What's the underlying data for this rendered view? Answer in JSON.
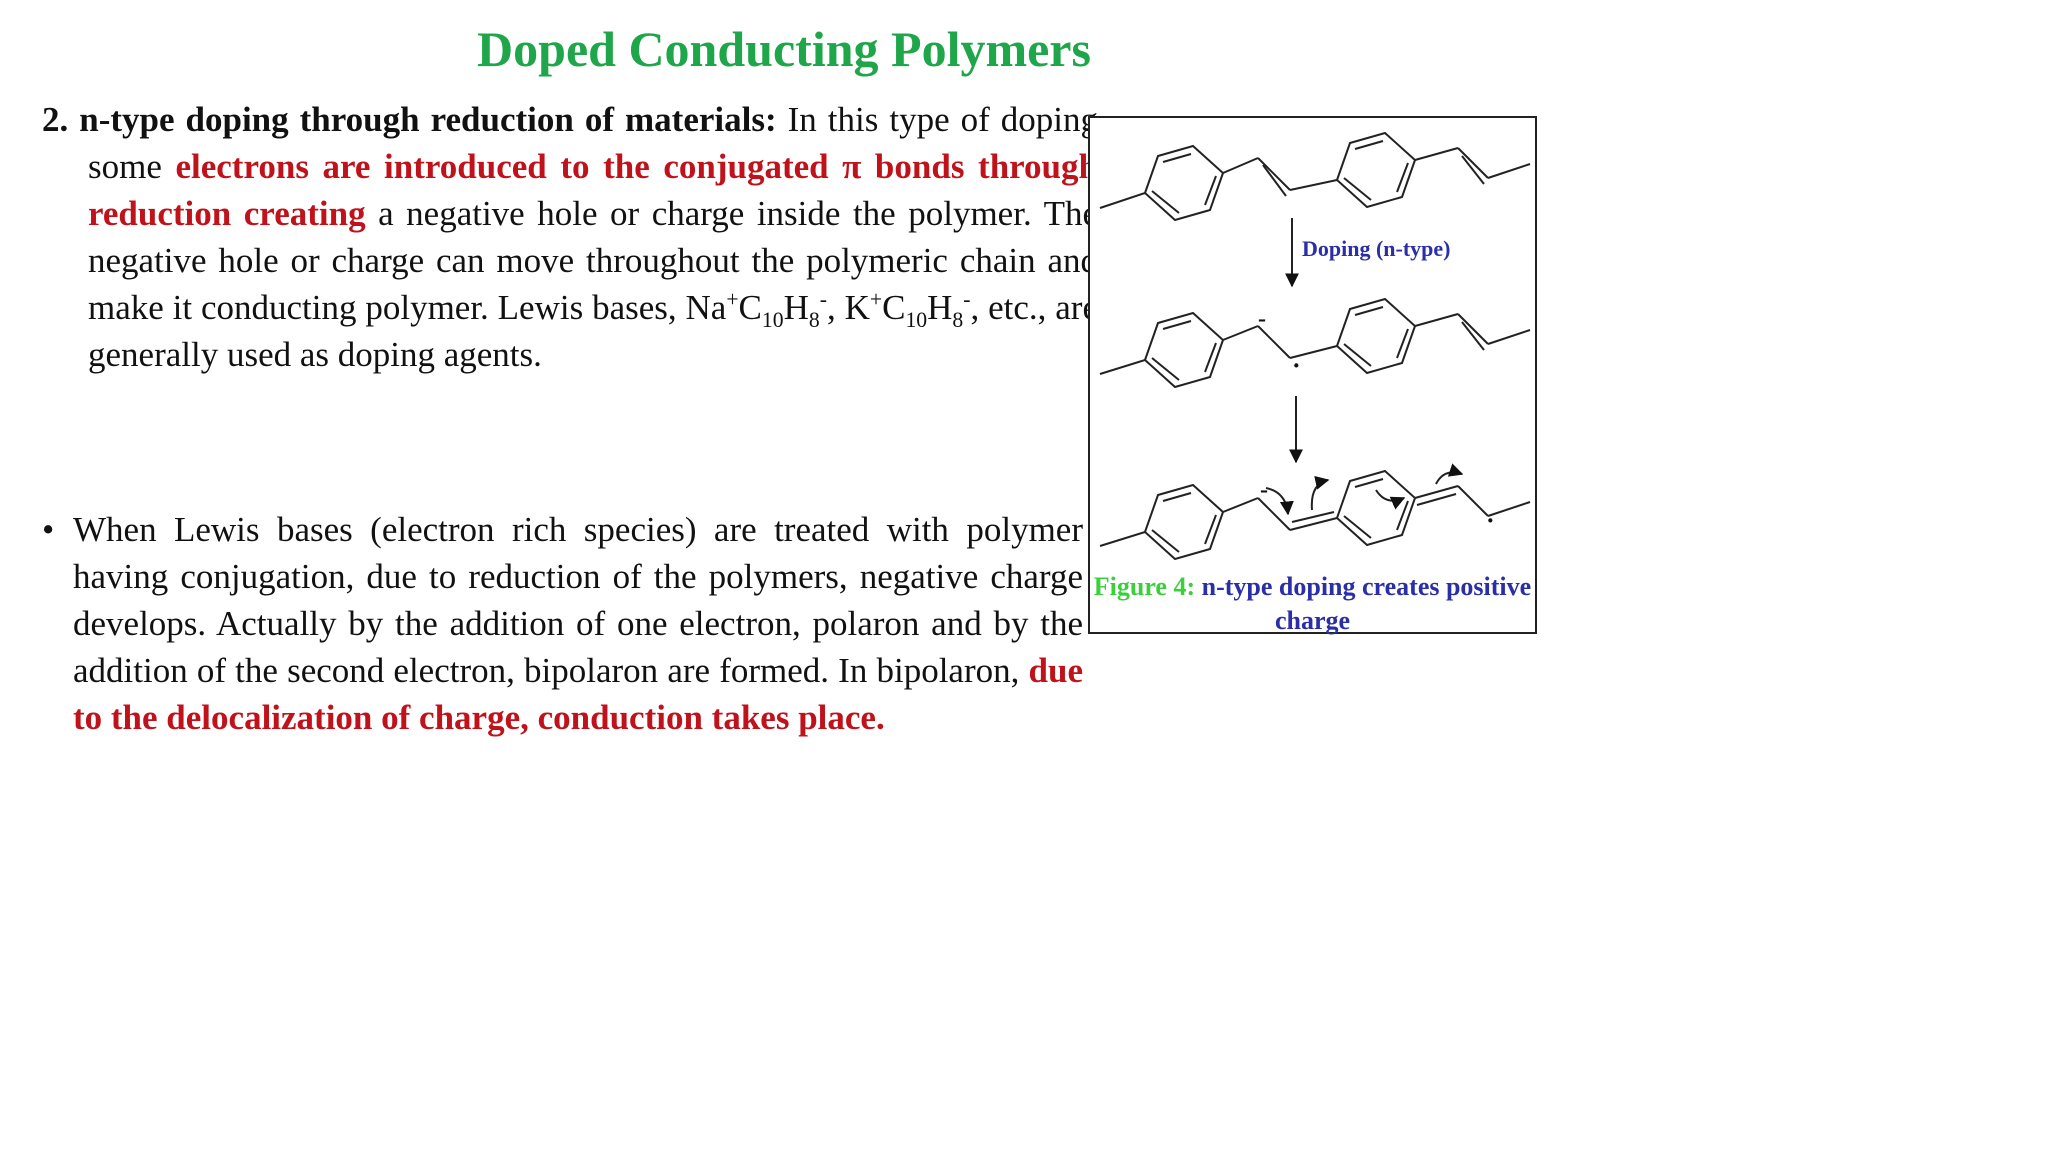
{
  "slide": {
    "title": "Doped Conducting Polymers"
  },
  "point2": {
    "heading": "2. n-type doping through reduction of materials:",
    "t1": " In this type of doping some ",
    "red1": "electrons are introduced to the conjugated π  bonds through reduction creating",
    "t2": " a negative hole or charge  inside the polymer. The negative hole or charge can move   throughout the polymeric chain and make it conducting  polymer. Lewis bases, Na",
    "sup_plus": "+",
    "c": "C",
    "sub_10": "10",
    "h": "H",
    "sub_8": "8",
    "sup_minus": "-",
    "comma_k": ", K",
    "comma_end": ", etc., are  generally used as doping agents."
  },
  "bullet": {
    "marker": "•",
    "text": "When Lewis bases (electron rich species) are treated with polymer having conjugation, due to reduction of the polymers, negative charge develops. Actually by the addition of one electron, polaron and by the addition of the second electron, bipolaron are formed. In bipolaron, ",
    "red": "due to the delocalization of charge, conduction takes place."
  },
  "figure": {
    "arrow_label": "Doping (n-type)",
    "minus_sign": "-",
    "dot_sign": "·",
    "caption_label": "Figure 4:",
    "caption_text": " n-type doping creates positive charge"
  }
}
